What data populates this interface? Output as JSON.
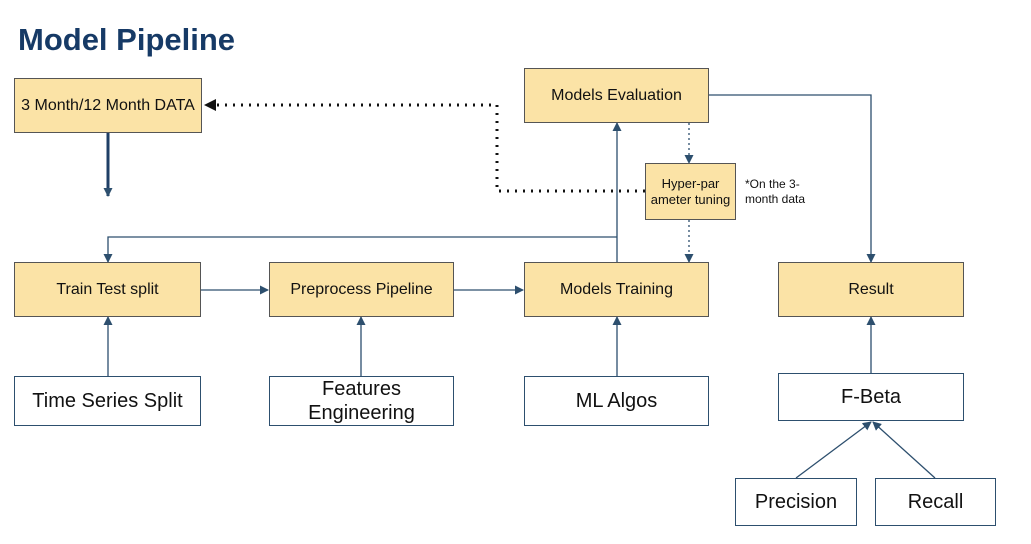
{
  "title": "Model Pipeline",
  "nodes": {
    "data": "3 Month/12 Month DATA",
    "eval": "Models Evaluation",
    "hyper": "Hyper-par ameter tuning",
    "train_split": "Train Test split",
    "preprocess": "Preprocess Pipeline",
    "training": "Models Training",
    "result": "Result",
    "ts_split": "Time Series Split",
    "features": "Features Engineering",
    "ml_algos": "ML Algos",
    "fbeta": "F-Beta",
    "precision": "Precision",
    "recall": "Recall"
  },
  "note": "*On the 3-month data",
  "colors": {
    "title": "#163a66",
    "highlight_fill": "#fbe3a6",
    "arrow": "#2d4f6e",
    "dotted": "#111111"
  }
}
